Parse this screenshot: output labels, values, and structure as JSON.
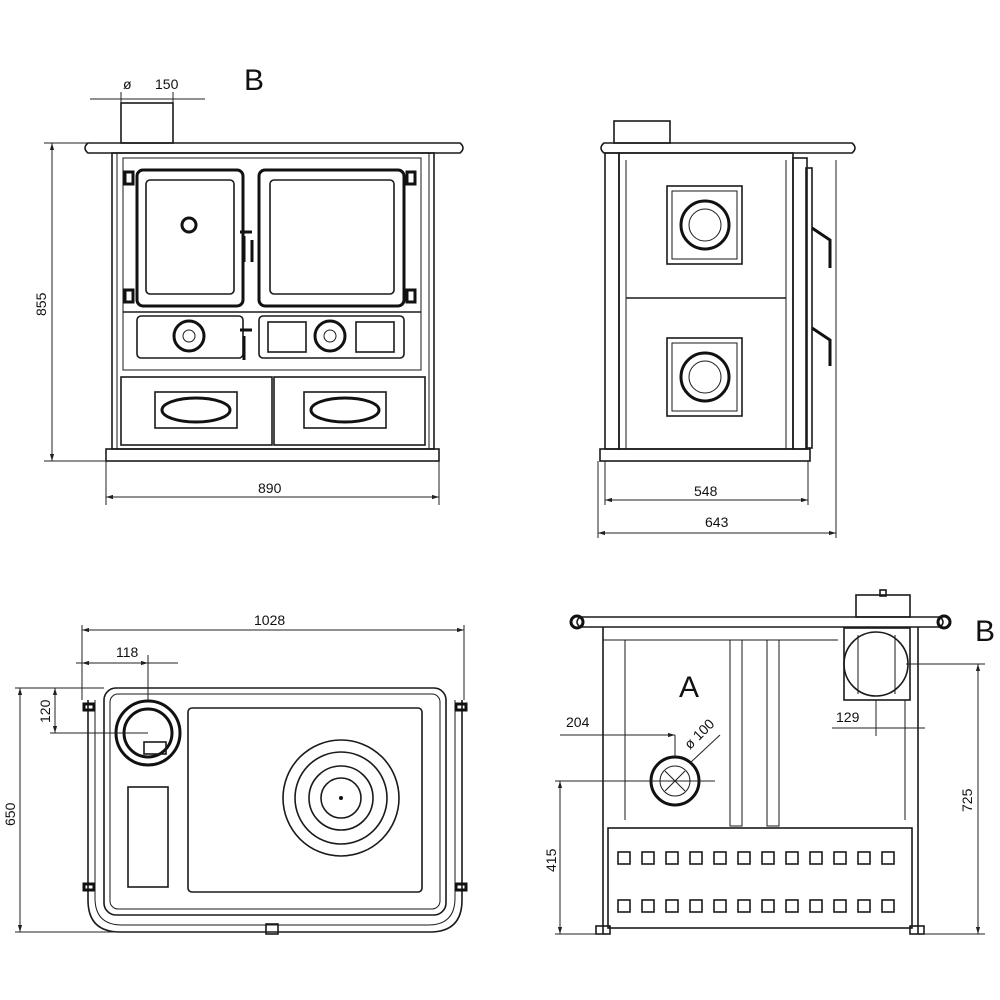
{
  "views": {
    "front": {
      "flue_label": "ø 150",
      "flue_symbol": "ø",
      "flue_value": "150",
      "ref_letter": "B",
      "height": "855",
      "width": "890"
    },
    "side": {
      "depth_body": "548",
      "depth_total": "643"
    },
    "top": {
      "total_width": "1028",
      "flue_offset_x": "118",
      "flue_offset_y": "120",
      "depth": "650"
    },
    "rear": {
      "ref_letter_a": "A",
      "ref_letter_b": "B",
      "inlet_offset_x": "204",
      "inlet_diameter": "ø 100",
      "inlet_height": "415",
      "flue_offset_x": "129",
      "flue_height": "725"
    }
  },
  "colors": {
    "line": "#1a1a1a",
    "background": "#ffffff"
  }
}
